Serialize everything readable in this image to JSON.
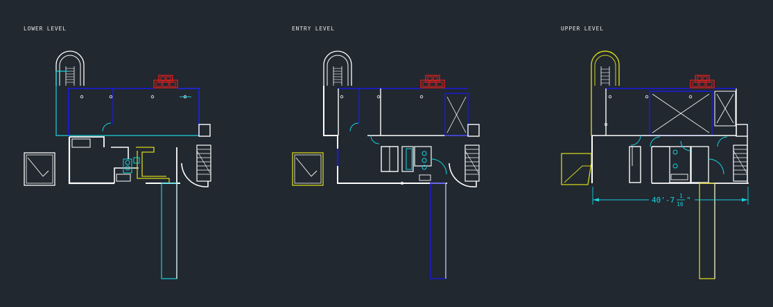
{
  "drawing": {
    "levels": [
      {
        "id": "lower",
        "title": "LOWER LEVEL"
      },
      {
        "id": "entry",
        "title": "ENTRY LEVEL"
      },
      {
        "id": "upper",
        "title": "UPPER LEVEL"
      }
    ],
    "dimension": {
      "main": "40'-7",
      "frac_num": "1",
      "frac_den": "16",
      "suffix": "\""
    }
  },
  "colors": {
    "background": "#212830",
    "wall": "#ffffff",
    "blue": "#1a1ae6",
    "cyan": "#19d3de",
    "red": "#e01e1e",
    "yellow": "#d8d81a"
  }
}
